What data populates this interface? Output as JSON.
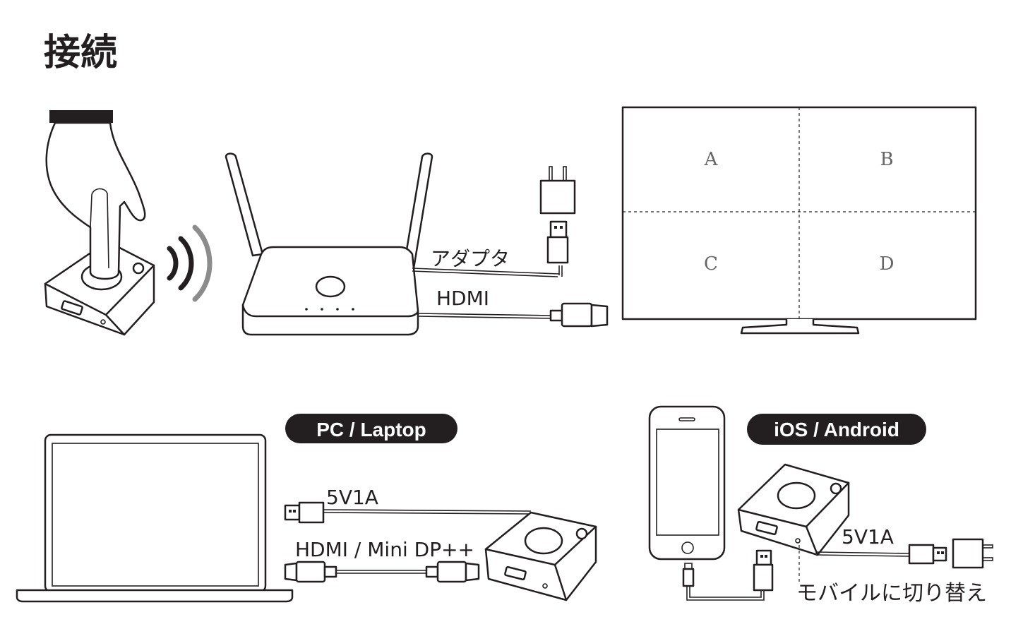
{
  "title": "接続",
  "screen_quadrants": [
    "A",
    "B",
    "C",
    "D"
  ],
  "cable_labels": {
    "adapter": "アダプタ",
    "hdmi": "HDMI",
    "pc_power": "5V1A",
    "pc_video": "HDMI / Mini DP++",
    "mobile_power": "5V1A",
    "mobile_switch": "モバイルに切り替え"
  },
  "badges": {
    "pc": "PC / Laptop",
    "mobile": "iOS / Android"
  },
  "colors": {
    "ink": "#231f20",
    "badge_bg": "#231f20",
    "quadrant_text": "#666666",
    "wave_grey": "#8c8c8c"
  },
  "icons": [
    "hand-pointer-icon",
    "wifi-signal-icon",
    "router-icon",
    "power-adapter-icon",
    "usb-plug-icon",
    "hdmi-plug-icon",
    "tv-display-icon",
    "laptop-icon",
    "smartphone-icon",
    "transmitter-icon"
  ]
}
